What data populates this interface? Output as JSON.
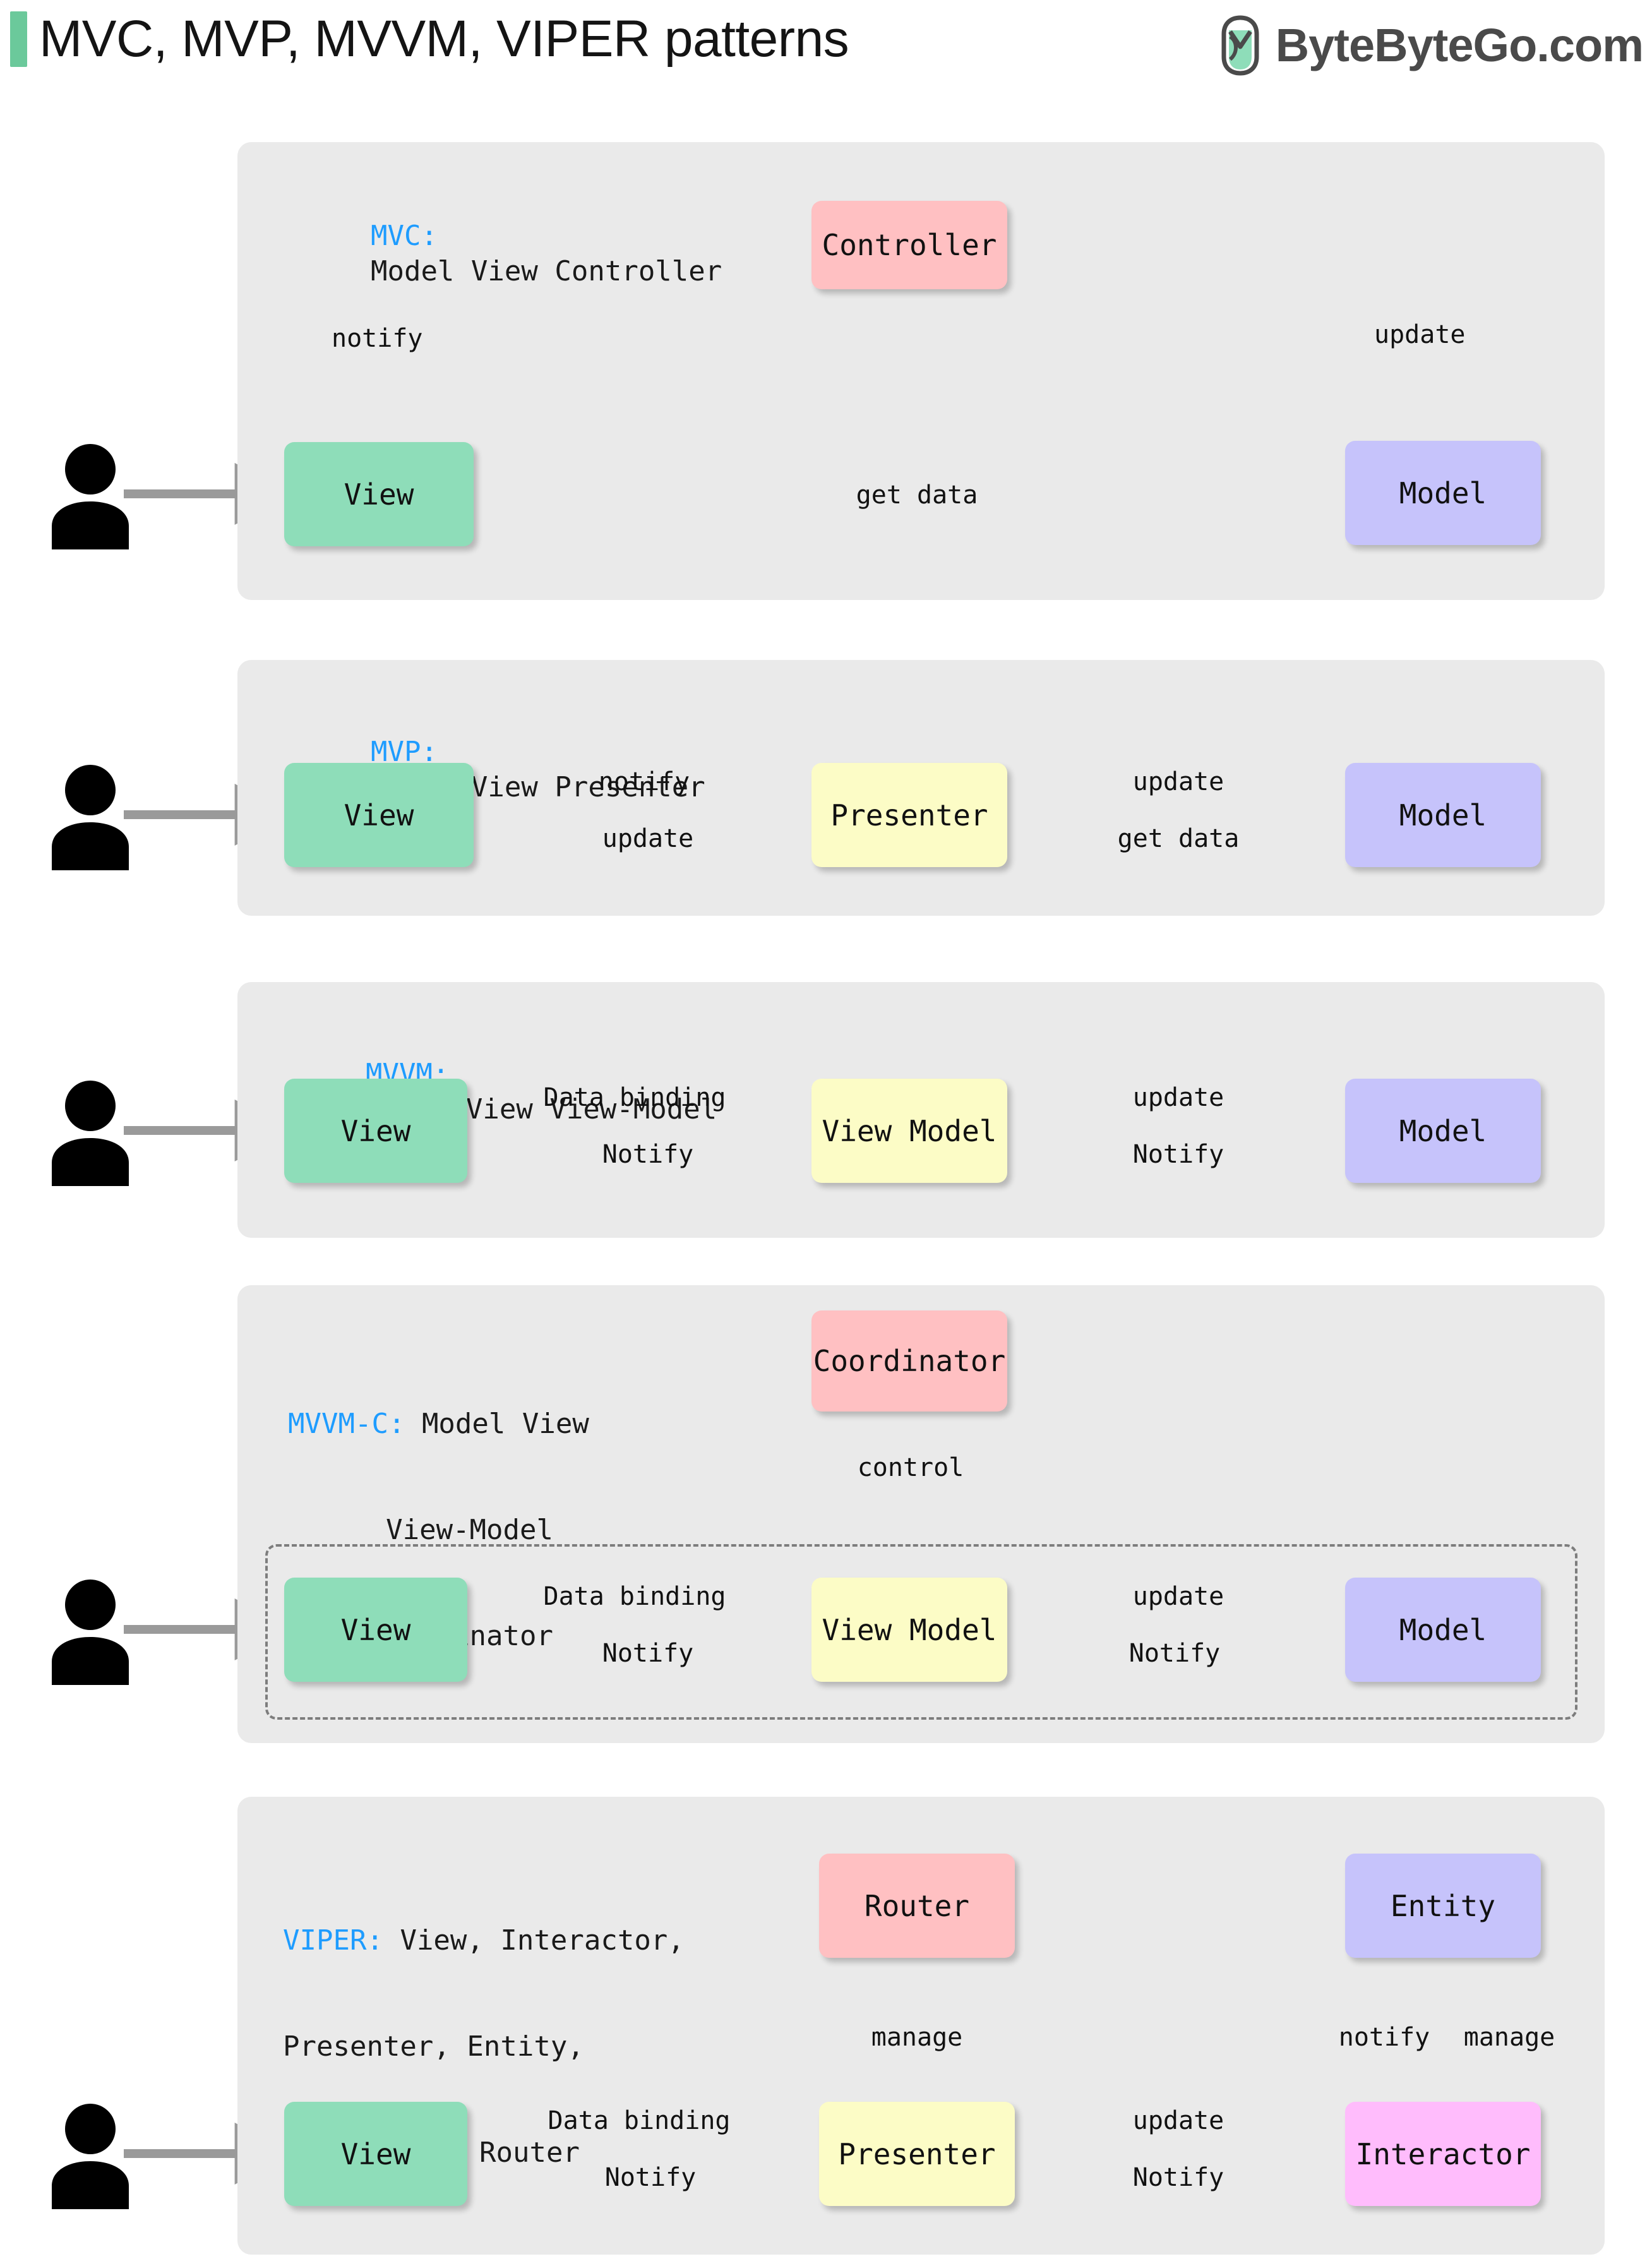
{
  "header": {
    "title": "MVC, MVP, MVVM, VIPER patterns",
    "brand": "ByteByteGo.com",
    "accent_color": "#6bc99b",
    "logo_icon": "bytebytego-logo-icon"
  },
  "colors": {
    "panel_bg": "#eaeaea",
    "view": "#8eddb9",
    "model": "#c6c3fb",
    "controller": "#ffc0c2",
    "presenter": "#fcfcc6",
    "interactor": "#ffbcfc",
    "arrow": "#9a9a9a",
    "title_key": "#1e9cff"
  },
  "sections": [
    {
      "id": "mvc",
      "key": "MVC:",
      "title_lines": [
        "Model View Controller"
      ],
      "nodes": [
        {
          "name": "view",
          "label": "View"
        },
        {
          "name": "controller",
          "label": "Controller"
        },
        {
          "name": "model",
          "label": "Model"
        }
      ],
      "edges": [
        {
          "from": "view",
          "to": "controller",
          "label": "notify",
          "style": "solid"
        },
        {
          "from": "controller",
          "to": "model",
          "label": "update",
          "style": "solid"
        },
        {
          "from": "model",
          "to": "view",
          "label": "get data",
          "style": "solid"
        },
        {
          "from": "user",
          "to": "view",
          "label": "",
          "style": "solid"
        }
      ]
    },
    {
      "id": "mvp",
      "key": "MVP:",
      "title_lines": [
        "Model View Presenter"
      ],
      "nodes": [
        {
          "name": "view",
          "label": "View"
        },
        {
          "name": "presenter",
          "label": "Presenter"
        },
        {
          "name": "model",
          "label": "Model"
        }
      ],
      "edges": [
        {
          "from": "view",
          "to": "presenter",
          "label": "notify",
          "style": "solid"
        },
        {
          "from": "presenter",
          "to": "model",
          "label": "update",
          "style": "solid"
        },
        {
          "from": "presenter",
          "to": "view",
          "label": "update",
          "style": "solid"
        },
        {
          "from": "model",
          "to": "presenter",
          "label": "get data",
          "style": "solid"
        },
        {
          "from": "user",
          "to": "view",
          "label": "",
          "style": "solid"
        }
      ]
    },
    {
      "id": "mvvm",
      "key": "MVVM:",
      "title_lines": [
        "Model View View-Model"
      ],
      "nodes": [
        {
          "name": "view",
          "label": "View"
        },
        {
          "name": "view_model",
          "label": "View Model"
        },
        {
          "name": "model",
          "label": "Model"
        }
      ],
      "edges": [
        {
          "from": "view",
          "to": "view_model",
          "label": "Data binding",
          "style": "solid"
        },
        {
          "from": "view_model",
          "to": "model",
          "label": "update",
          "style": "solid"
        },
        {
          "from": "view_model",
          "to": "view",
          "label": "Notify",
          "style": "dashed"
        },
        {
          "from": "model",
          "to": "view_model",
          "label": "Notify",
          "style": "dashed"
        },
        {
          "from": "user",
          "to": "view",
          "label": "",
          "style": "solid"
        }
      ]
    },
    {
      "id": "mvvmc",
      "key": "MVVM-C:",
      "title_lines": [
        "Model View",
        "View-Model",
        "Coordinator"
      ],
      "nodes": [
        {
          "name": "coordinator",
          "label": "Coordinator"
        },
        {
          "name": "view",
          "label": "View"
        },
        {
          "name": "view_model",
          "label": "View Model"
        },
        {
          "name": "model",
          "label": "Model"
        }
      ],
      "edges": [
        {
          "from": "coordinator",
          "to": "view_model",
          "label": "control",
          "style": "solid"
        },
        {
          "from": "view",
          "to": "view_model",
          "label": "Data binding",
          "style": "solid"
        },
        {
          "from": "view_model",
          "to": "model",
          "label": "update",
          "style": "solid"
        },
        {
          "from": "view_model",
          "to": "view",
          "label": "Notify",
          "style": "dashed"
        },
        {
          "from": "model",
          "to": "view_model",
          "label": "Notify",
          "style": "dashed"
        },
        {
          "from": "user",
          "to": "view",
          "label": "",
          "style": "solid"
        }
      ],
      "group": "mvvm-group"
    },
    {
      "id": "viper",
      "key": "VIPER:",
      "title_lines": [
        "View, Interactor,",
        "Presenter, Entity,",
        "Router"
      ],
      "nodes": [
        {
          "name": "router",
          "label": "Router"
        },
        {
          "name": "entity",
          "label": "Entity"
        },
        {
          "name": "view",
          "label": "View"
        },
        {
          "name": "presenter",
          "label": "Presenter"
        },
        {
          "name": "interactor",
          "label": "Interactor"
        }
      ],
      "edges": [
        {
          "from": "router",
          "to": "presenter",
          "label": "manage",
          "style": "solid"
        },
        {
          "from": "entity",
          "to": "interactor",
          "label": "notify",
          "style": "solid"
        },
        {
          "from": "interactor",
          "to": "entity",
          "label": "manage",
          "style": "solid"
        },
        {
          "from": "view",
          "to": "presenter",
          "label": "Data binding",
          "style": "solid"
        },
        {
          "from": "presenter",
          "to": "interactor",
          "label": "update",
          "style": "solid"
        },
        {
          "from": "presenter",
          "to": "view",
          "label": "Notify",
          "style": "dashed"
        },
        {
          "from": "interactor",
          "to": "presenter",
          "label": "Notify",
          "style": "dashed"
        },
        {
          "from": "user",
          "to": "view",
          "label": "",
          "style": "solid"
        }
      ]
    }
  ]
}
